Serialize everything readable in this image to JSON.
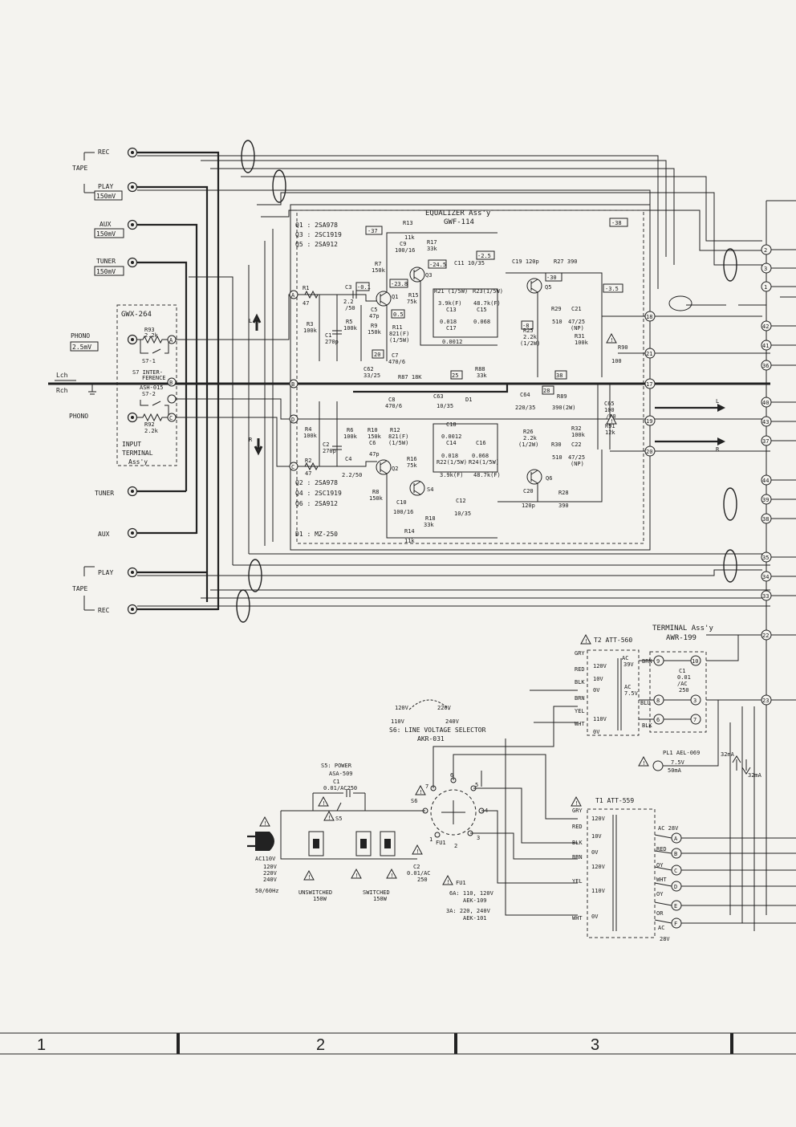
{
  "jacks": {
    "tape": "TAPE",
    "rec": "REC",
    "play": "PLAY",
    "play_level": "150mV",
    "aux": "AUX",
    "aux_level": "150mV",
    "tuner": "TUNER",
    "tuner_level": "150mV",
    "phono": "PHONO",
    "phono_level": "2.5mV",
    "lch": "Lch",
    "rch": "Rch"
  },
  "input_assy": {
    "ref": "GWX-264",
    "r93": "R93",
    "r93v": "2.2k",
    "s71": "S7-1",
    "s7": "S7 INTER-",
    "s7b": "FERENCE",
    "ash": "ASH-015",
    "s72": "S7-2",
    "r92": "R92",
    "r92v": "2.2k",
    "name1": "INPUT",
    "name2": "TERMINAL",
    "name3": "Ass'y",
    "pin_a": "A",
    "pin_b": "B",
    "pin_c": "C"
  },
  "equalizer": {
    "title": "EQUALIZER  Ass'y",
    "ref": "GWF-114",
    "q1": "Q1  : 2SA978",
    "q3": "Q3  : 2SC1919",
    "q5": "Q5  : 2SA912",
    "q2": "Q2  : 2SA978",
    "q4": "Q4  : 2SC1919",
    "q6": "Q6  : 2SA912",
    "d1": "D1  : MZ-250"
  },
  "eq_labels": {
    "r1": "R1",
    "r1v": "47",
    "r2": "R2",
    "r2v": "47",
    "r3": "R3",
    "r3v": "100k",
    "r4": "R4",
    "r4v": "100k",
    "c1": "C1",
    "c1v": "270p",
    "c2": "C2",
    "c2v": "270p",
    "c3": "C3",
    "c3v": "2.2",
    "c3v2": "/50",
    "c4": "C4",
    "c4v": "2.2/50",
    "r5": "R5",
    "r5v": "100k",
    "r6": "R6",
    "r6v": "100k",
    "c5": "C5",
    "c5v": "47p",
    "c6": "C6",
    "c6v": "47p",
    "r9": "R9",
    "r9v": "150k",
    "r10": "R10",
    "r10v": "150k",
    "r7": "R7",
    "r7v": "150k",
    "r8": "R8",
    "r8v": "150k",
    "r11": "R11",
    "r11v": "821(F)",
    "r11w": "(1/5W)",
    "r12": "R12",
    "r12v": "821(F)",
    "r12w": "(1/5W)",
    "r13": "R13",
    "r13v": "11k",
    "r14": "R14",
    "r14v": "11k",
    "r15": "R15",
    "r15v": "75k",
    "r16": "R16",
    "r16v": "75k",
    "r17": "R17",
    "r17v": "33k",
    "r18": "R18",
    "r18v": "33k",
    "c7": "C7",
    "c7v": "470/6",
    "c8": "C8",
    "c8v": "470/6",
    "c9": "C9",
    "c9v": "100/16",
    "c10": "C10",
    "c10v": "100/16",
    "c11": "C11 10/35",
    "c12": "C12",
    "c12v": "10/35",
    "c62": "C62",
    "c62v": "33/25",
    "r87": "R87 18K",
    "r88": "R88",
    "r88v": "33k",
    "c63": "C63",
    "c63v": "10/35",
    "d1": "D1",
    "r21": "R21 (1/5W)",
    "r21v": "3.9k(F)",
    "r23": "R23(1/5W)",
    "r23v": "48.7k(F)",
    "c13": "C13",
    "c13v": "0.018",
    "c15": "C15",
    "c15v": "0.068",
    "c17": "C17",
    "c17v": "0.0012",
    "c18": "C18",
    "c18v": "0.0012",
    "c14": "C14",
    "c14v": "0.018",
    "c16": "C16",
    "c16v": "0.068",
    "r22": "R22(1/5W)",
    "r22v": "3.9k(F)",
    "r24": "R24(1/5W)",
    "r24v": "48.7k(F)",
    "c19": "C19  120p",
    "r27": "R27  390",
    "c20": "C20",
    "c20v": "120p",
    "r28": "R28",
    "r28v": "390",
    "r25": "R25",
    "r25v": "2.2k",
    "r25w": "(1/2W)",
    "r26": "R26",
    "r26v": "2.2k",
    "r26w": "(1/2W)",
    "r29": "R29",
    "r29v": "510",
    "r30": "R30",
    "r30v": "510",
    "c21": "C21",
    "c21v": "47/25",
    "c21n": "(NP)",
    "c22": "C22",
    "c22v": "47/25",
    "c22n": "(NP)",
    "r31": "R31",
    "r31v": "100k",
    "r32": "R32",
    "r32v": "100k",
    "r90": "R90",
    "r90v": "100",
    "r91": "R91",
    "r91v": "12k",
    "c64": "C64",
    "c64v": "220/35",
    "r89": "R89",
    "r89v": "390(2W)",
    "c65": "C65",
    "c65v": "100",
    "c65w": "/50",
    "q1": "Q1",
    "q2": "Q2",
    "q3": "Q3",
    "q4": "S4",
    "q5": "Q5",
    "q6": "Q6",
    "v37": "-37",
    "v38": "-38",
    "v245": "-24.5",
    "v238": "-23.8",
    "v01": "-0.1",
    "v05": "0.5",
    "v25": "-2.5",
    "v30": "-30",
    "v35": "-3.5",
    "v8": "-8",
    "v20": "20",
    "v25b": "25",
    "v28": "28",
    "v38b": "38",
    "na": "A",
    "nb": "B",
    "nc": "C",
    "nd": "D",
    "p18": "18",
    "p21": "21",
    "p17": "17",
    "p19": "19",
    "p20": "20",
    "l": "L",
    "r": "R"
  },
  "right_pins": [
    "2",
    "3",
    "1",
    "42",
    "41",
    "36",
    "40",
    "43",
    "37",
    "44",
    "39",
    "38",
    "35",
    "34",
    "33",
    "22",
    "23"
  ],
  "terminal_assy": {
    "title": "TERMINAL Ass'y",
    "ref": "AWR-199",
    "t2": "T2  ATT-560",
    "gry": "GRY",
    "red": "RED",
    "blk": "BLK",
    "brn": "BRN",
    "yel": "YEL",
    "wht": "WHT",
    "v120": "120V",
    "v10": "10V",
    "v0": "0V",
    "v110": "110V",
    "ac": "AC",
    "ac39": "39V",
    "ac75": "AC",
    "ac75v": "7.5V",
    "brn2": "BRN",
    "blu": "BLU",
    "blk2": "BLK",
    "c1": "C1",
    "c1v": "0.01",
    "c1ac": "/AC",
    "c1v2": "250",
    "p9": "9",
    "p10": "10",
    "p8": "8",
    "p3": "3",
    "p6": "6",
    "p7": "7",
    "pl1": "PL1  AEL-069",
    "pl1v": "7.5V",
    "pl1a": "50mA",
    "ma1": "32mA",
    "ma2": "32mA"
  },
  "selector": {
    "v120": "120V",
    "v220": "220V",
    "v110": "110V",
    "v240": "240V",
    "name": "S6: LINE VOLTAGE SELECTOR",
    "ref": "AKR-031"
  },
  "power": {
    "s5": "S5: POWER",
    "ref": "ASA-509",
    "c1": "C1",
    "c1v": "0.01/AC250",
    "sw": "S5",
    "s6": "S6",
    "c2": "C2",
    "c2v": "0.01/AC",
    "c2v2": "250",
    "fu": "FU1",
    "plug": "AC110V",
    "v120": "120V",
    "v220": "220V",
    "v240": "240V",
    "hz": "50/60Hz",
    "unsw": "UNSWITCHED",
    "unsw_w": "150W",
    "swd": "SWITCHED",
    "swd_w": "150W",
    "fu1": "FU1",
    "f6a": "6A: 110, 120V",
    "f6r": "AEK-109",
    "f3a": "3A: 220, 240V",
    "f3r": "AEK-101",
    "n1": "1",
    "n2": "2",
    "n3": "3",
    "n4": "4",
    "n5": "5",
    "n6": "6",
    "n7": "7"
  },
  "t1": {
    "name": "T1  ATT-559",
    "gry": "GRY",
    "red": "RED",
    "blk": "BLK",
    "brn": "BRN",
    "yel": "YEL",
    "wht": "WHT",
    "v120": "120V",
    "v10": "10V",
    "v0": "0V",
    "v120b": "120V",
    "v110": "110V",
    "v0b": "0V",
    "ac28": "AC 28V",
    "red2": "RED",
    "oy": "OY",
    "wht2": "WHT",
    "oy2": "OY",
    "or": "OR",
    "ac": "AC",
    "ac28b": "28V",
    "pa": "A",
    "pb": "B",
    "pc": "C",
    "pd": "D",
    "pe": "E",
    "pf": "F"
  },
  "grid": [
    "1",
    "2",
    "3"
  ]
}
